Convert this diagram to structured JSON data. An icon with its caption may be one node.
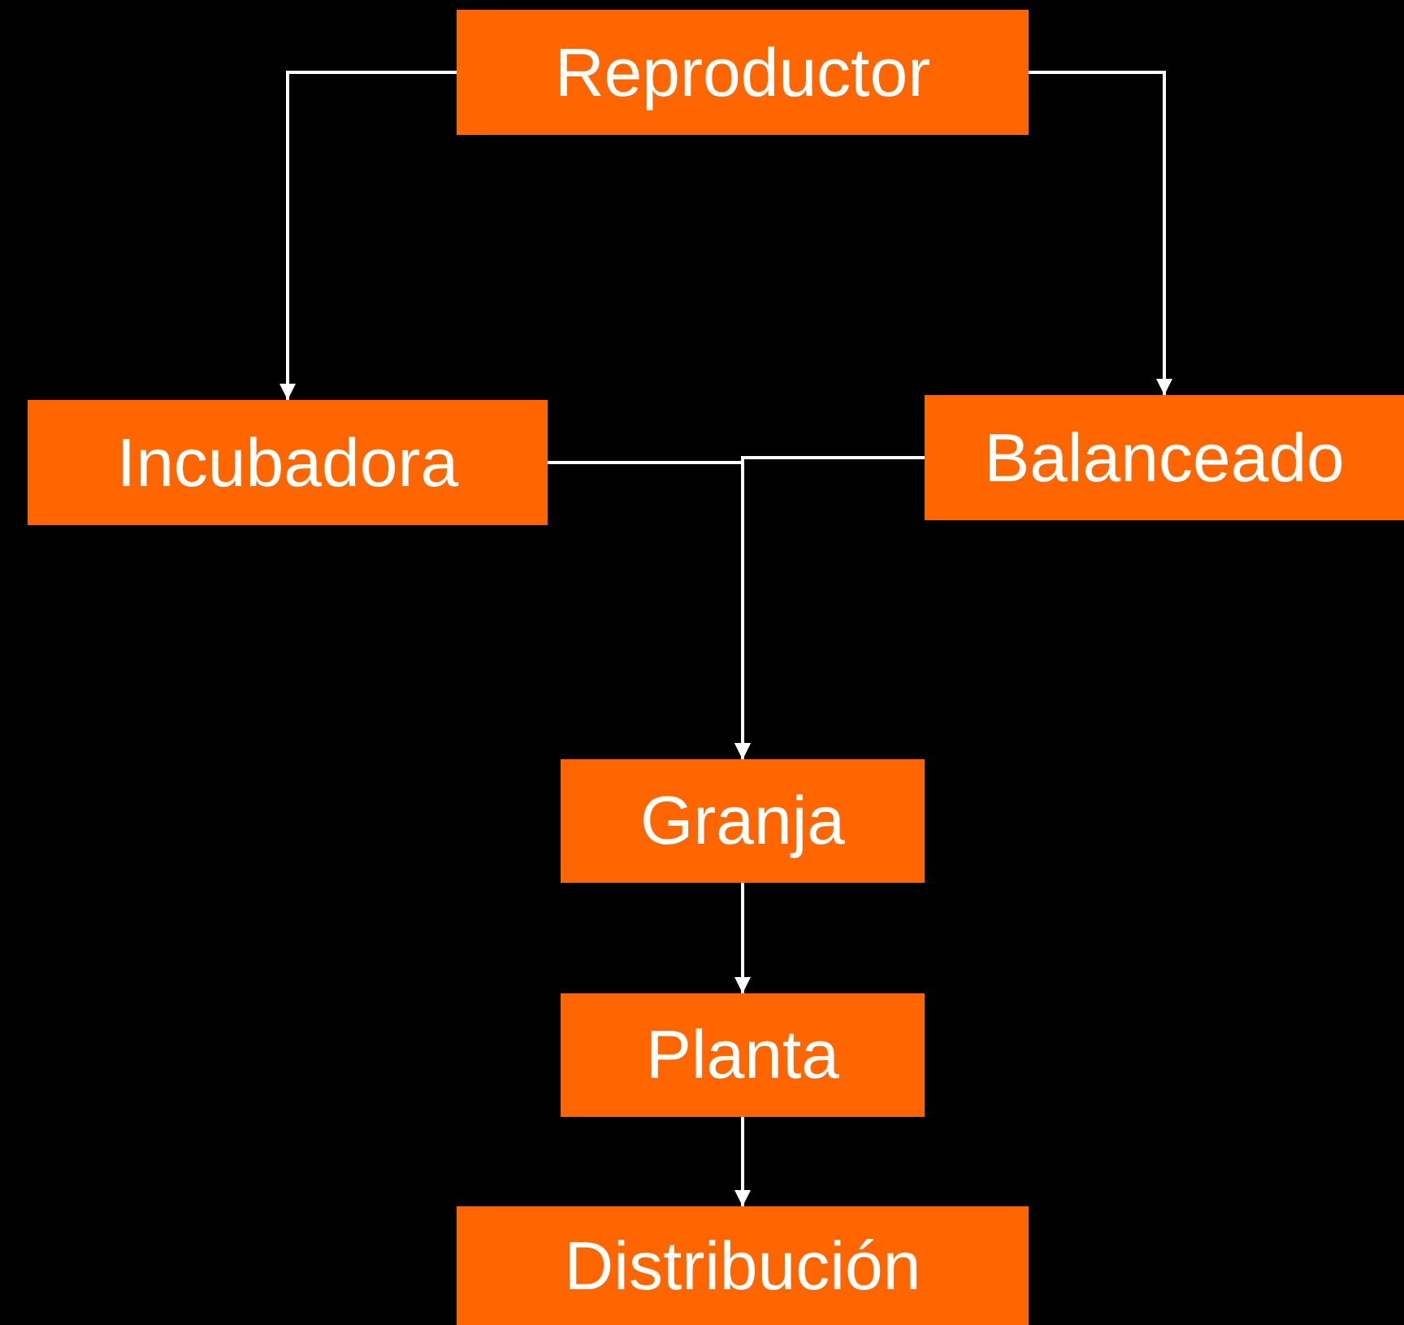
{
  "diagram": {
    "nodes": [
      {
        "text": [
          "Reproductor"
        ]
      },
      {
        "text": [
          "Incubadora"
        ]
      },
      {
        "text": [
          "Balanceado"
        ]
      },
      {
        "text": [
          "Granja"
        ]
      },
      {
        "text": [
          "Planta"
        ]
      },
      {
        "text": [
          "Distribución"
        ]
      }
    ],
    "edges": [
      {
        "from": 0,
        "to": 1,
        "arrow": "to"
      },
      {
        "from": 0,
        "to": 2,
        "arrow": "to"
      },
      {
        "from": 1,
        "to": 3,
        "arrow": "to"
      },
      {
        "from": 2,
        "to": 3,
        "arrow": "to"
      },
      {
        "from": 3,
        "to": 4,
        "arrow": "to"
      },
      {
        "from": 4,
        "to": 5,
        "arrow": "to"
      }
    ]
  }
}
